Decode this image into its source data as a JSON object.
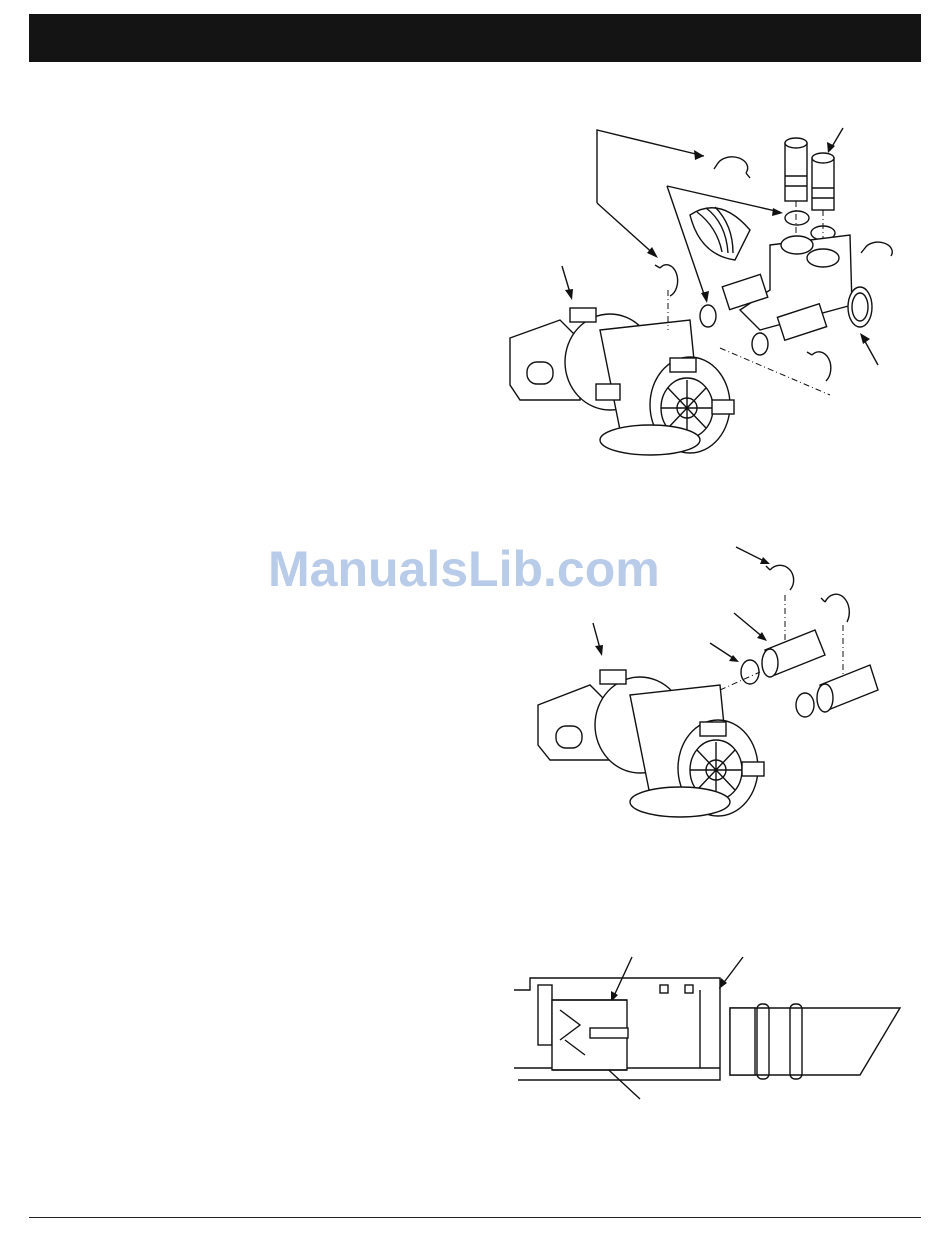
{
  "header": {
    "title": ""
  },
  "watermark": {
    "text": "ManualsLib.com"
  },
  "figures": [
    {
      "id": "bypass-valve-installation",
      "labels": []
    },
    {
      "id": "adapter-installation",
      "labels": []
    },
    {
      "id": "pipe-adapter-cross-section",
      "labels": []
    }
  ]
}
